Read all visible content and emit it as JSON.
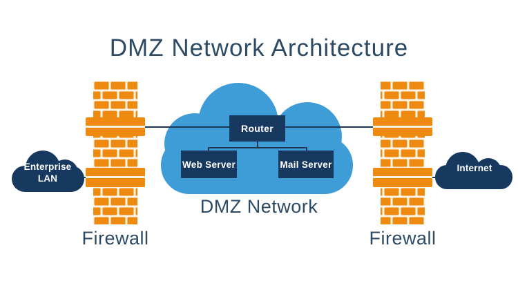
{
  "title": "DMZ Network Architecture",
  "dmz": {
    "cloud_label": "DMZ Network",
    "router_label": "Router",
    "web_server_label": "Web Server",
    "mail_server_label": "Mail Server"
  },
  "enterprise_lan": {
    "line1": "Enterprise",
    "line2": "LAN"
  },
  "internet": {
    "label": "Internet"
  },
  "firewall_left": {
    "label": "Firewall"
  },
  "firewall_right": {
    "label": "Firewall"
  },
  "colors": {
    "background": "#FFFFFF",
    "cloud_blue": "#3E9CD6",
    "navy": "#17395F",
    "brick_orange": "#EE8A10",
    "mortar": "#FBF3E3",
    "line": "#1C3553",
    "text_dark": "#2C4A63"
  }
}
